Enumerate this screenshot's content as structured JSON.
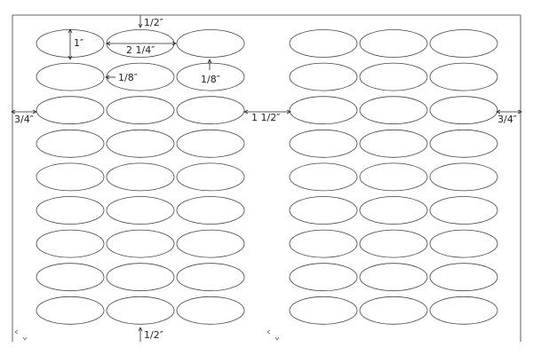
{
  "sheet": {
    "label_shape": "oval",
    "rows": 9,
    "columns_per_block": 3,
    "blocks": 2
  },
  "dimensions": {
    "top_margin": "1/2″",
    "bottom_margin": "1/2″",
    "left_margin": "3/4″",
    "right_margin": "3/4″",
    "label_height": "1″",
    "label_width": "2 1/4″",
    "horizontal_gap": "1/8″",
    "vertical_gap": "1/8″",
    "center_gap": "1 1/2″"
  },
  "colors": {
    "line": "#444444",
    "text": "#222222",
    "background": "#ffffff"
  }
}
